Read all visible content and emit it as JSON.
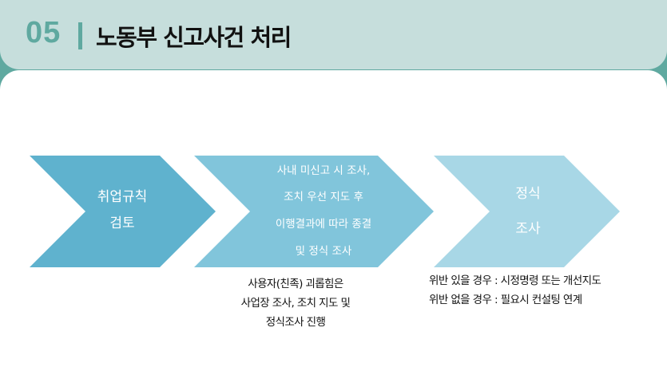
{
  "header": {
    "number": "05",
    "title": "노동부 신고사건 처리"
  },
  "steps": [
    {
      "lines": [
        "취업규칙",
        "검토"
      ],
      "color": "#5fb2ce"
    },
    {
      "lines": [
        "사내 미신고 시 조사,",
        "조치 우선 지도 후",
        "이행결과에 따라 종결",
        "및 정식 조사"
      ],
      "color": "#81c5db"
    },
    {
      "lines": [
        "정식",
        "조사"
      ],
      "color": "#a8d7e6"
    }
  ],
  "notes": {
    "harassment": [
      "사용자(친족) 괴롭힘은",
      "사업장 조사, 조치 지도 및",
      "정식조사 진행"
    ],
    "violation": [
      "위반 있을 경우 : 시정명령 또는 개선지도",
      "위반 없을 경우 : 필요시 컨설팅 연계"
    ]
  }
}
